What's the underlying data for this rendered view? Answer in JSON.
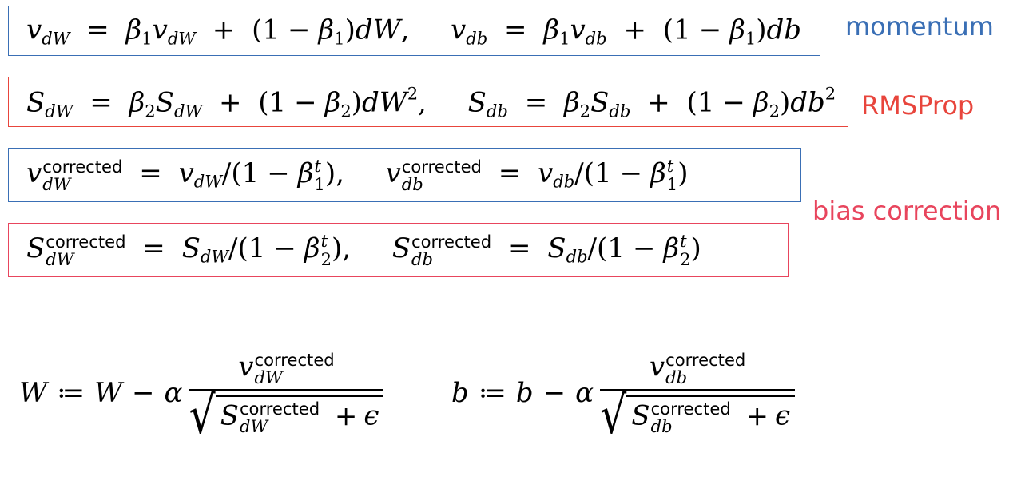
{
  "colors": {
    "blue": "#3a6fb5",
    "red": "#e8453c",
    "pink": "#e8455d"
  },
  "labels": {
    "momentum": "momentum",
    "rmsprop": "RMSProp",
    "bias_correction": "bias correction"
  },
  "words": {
    "corrected": "corrected"
  },
  "symbols": {
    "v": "v",
    "S": "S",
    "W": "W",
    "b": "b",
    "dW": "dW",
    "db": "db",
    "beta": "β",
    "one": "1",
    "two": "2",
    "t": "t",
    "alpha": "α",
    "epsilon": "ϵ",
    "assign": "≔",
    "equals": "=",
    "plus": "+",
    "minus": "−",
    "sqrt": "√",
    "lparen": "(",
    "rparen": ")",
    "slash": "/",
    "comma": ","
  }
}
